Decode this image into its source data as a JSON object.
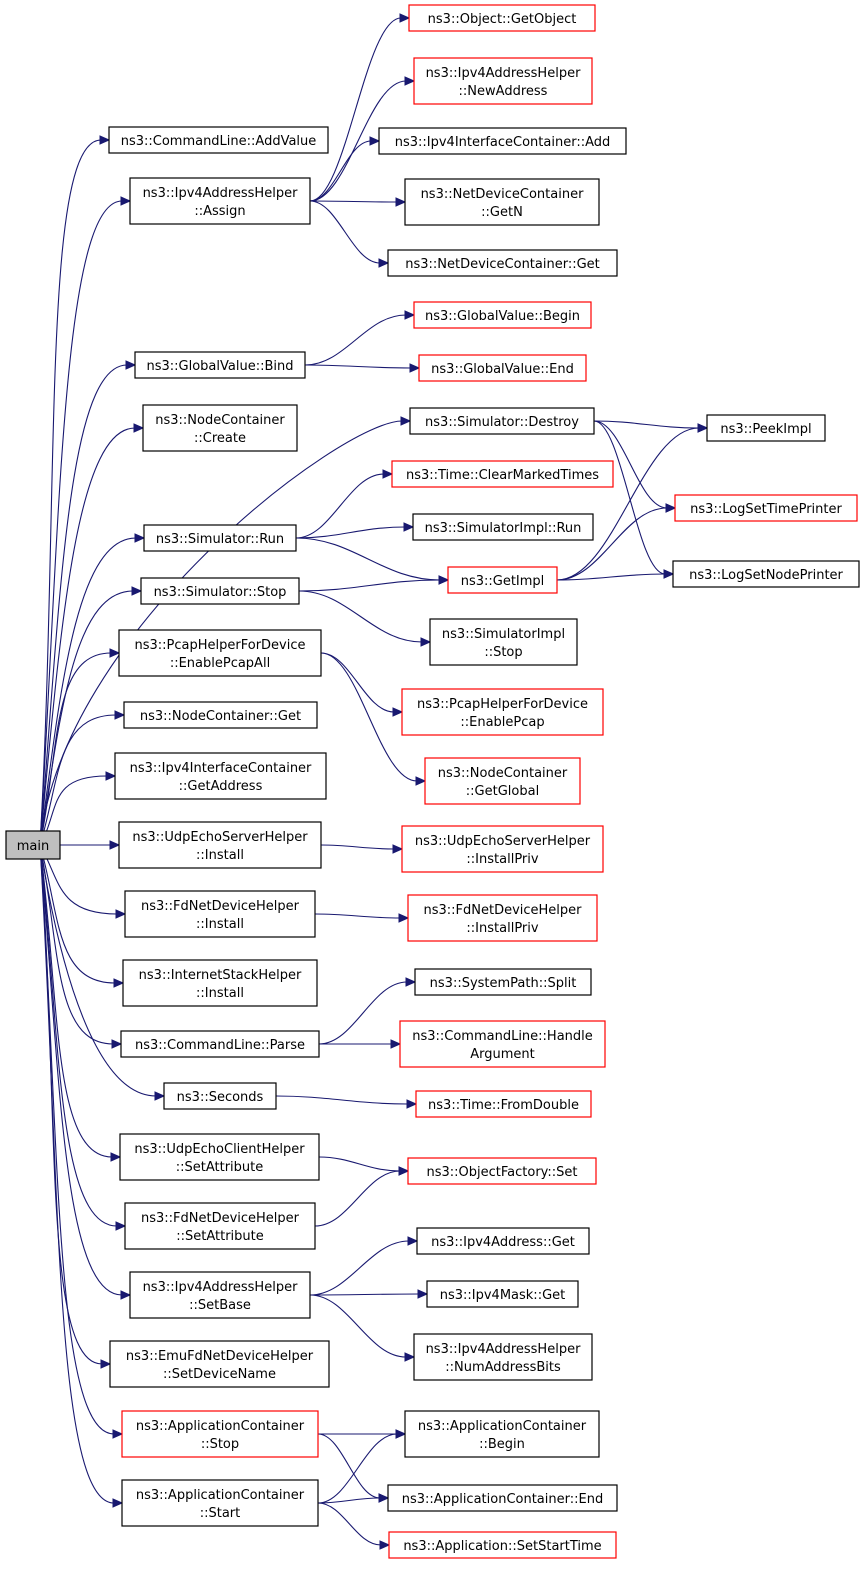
{
  "colors": {
    "edge": "#191970",
    "box_normal": "#000000",
    "box_red": "#ff0000",
    "root_fill": "#bfbfbf",
    "box_fill": "#ffffff"
  },
  "nodes": [
    {
      "id": "main",
      "lines": [
        "main"
      ],
      "style": "root"
    },
    {
      "id": "cl_addvalue",
      "lines": [
        "ns3::CommandLine::AddValue"
      ],
      "style": "normal"
    },
    {
      "id": "iah_assign",
      "lines": [
        "ns3::Ipv4AddressHelper",
        "::Assign"
      ],
      "style": "normal"
    },
    {
      "id": "gv_bind",
      "lines": [
        "ns3::GlobalValue::Bind"
      ],
      "style": "normal"
    },
    {
      "id": "nc_create",
      "lines": [
        "ns3::NodeContainer",
        "::Create"
      ],
      "style": "normal"
    },
    {
      "id": "sim_run",
      "lines": [
        "ns3::Simulator::Run"
      ],
      "style": "normal"
    },
    {
      "id": "sim_stop",
      "lines": [
        "ns3::Simulator::Stop"
      ],
      "style": "normal"
    },
    {
      "id": "phfd_enableall",
      "lines": [
        "ns3::PcapHelperForDevice",
        "::EnablePcapAll"
      ],
      "style": "normal"
    },
    {
      "id": "nc_get",
      "lines": [
        "ns3::NodeContainer::Get"
      ],
      "style": "normal"
    },
    {
      "id": "iic_getaddress",
      "lines": [
        "ns3::Ipv4InterfaceContainer",
        "::GetAddress"
      ],
      "style": "normal"
    },
    {
      "id": "uesh_install",
      "lines": [
        "ns3::UdpEchoServerHelper",
        "::Install"
      ],
      "style": "normal"
    },
    {
      "id": "fndh_install",
      "lines": [
        "ns3::FdNetDeviceHelper",
        "::Install"
      ],
      "style": "normal"
    },
    {
      "id": "ish_install",
      "lines": [
        "ns3::InternetStackHelper",
        "::Install"
      ],
      "style": "normal"
    },
    {
      "id": "cl_parse",
      "lines": [
        "ns3::CommandLine::Parse"
      ],
      "style": "normal"
    },
    {
      "id": "seconds",
      "lines": [
        "ns3::Seconds"
      ],
      "style": "normal"
    },
    {
      "id": "uech_setattr",
      "lines": [
        "ns3::UdpEchoClientHelper",
        "::SetAttribute"
      ],
      "style": "normal"
    },
    {
      "id": "fndh_setattr",
      "lines": [
        "ns3::FdNetDeviceHelper",
        "::SetAttribute"
      ],
      "style": "normal"
    },
    {
      "id": "iah_setbase",
      "lines": [
        "ns3::Ipv4AddressHelper",
        "::SetBase"
      ],
      "style": "normal"
    },
    {
      "id": "efndh_setdev",
      "lines": [
        "ns3::EmuFdNetDeviceHelper",
        "::SetDeviceName"
      ],
      "style": "normal"
    },
    {
      "id": "ac_stop",
      "lines": [
        "ns3::ApplicationContainer",
        "::Stop"
      ],
      "style": "red"
    },
    {
      "id": "ac_start",
      "lines": [
        "ns3::ApplicationContainer",
        "::Start"
      ],
      "style": "normal"
    },
    {
      "id": "obj_getobject",
      "lines": [
        "ns3::Object::GetObject"
      ],
      "style": "red"
    },
    {
      "id": "iah_newaddress",
      "lines": [
        "ns3::Ipv4AddressHelper",
        "::NewAddress"
      ],
      "style": "red"
    },
    {
      "id": "iic_add",
      "lines": [
        "ns3::Ipv4InterfaceContainer::Add"
      ],
      "style": "normal"
    },
    {
      "id": "ndc_getn",
      "lines": [
        "ns3::NetDeviceContainer",
        "::GetN"
      ],
      "style": "normal"
    },
    {
      "id": "ndc_get",
      "lines": [
        "ns3::NetDeviceContainer::Get"
      ],
      "style": "normal"
    },
    {
      "id": "gv_begin",
      "lines": [
        "ns3::GlobalValue::Begin"
      ],
      "style": "red"
    },
    {
      "id": "gv_end",
      "lines": [
        "ns3::GlobalValue::End"
      ],
      "style": "red"
    },
    {
      "id": "sim_destroy",
      "lines": [
        "ns3::Simulator::Destroy"
      ],
      "style": "normal"
    },
    {
      "id": "time_clear",
      "lines": [
        "ns3::Time::ClearMarkedTimes"
      ],
      "style": "red"
    },
    {
      "id": "simimpl_run",
      "lines": [
        "ns3::SimulatorImpl::Run"
      ],
      "style": "normal"
    },
    {
      "id": "getimpl",
      "lines": [
        "ns3::GetImpl"
      ],
      "style": "red"
    },
    {
      "id": "simimpl_stop",
      "lines": [
        "ns3::SimulatorImpl",
        "::Stop"
      ],
      "style": "normal"
    },
    {
      "id": "peekimpl",
      "lines": [
        "ns3::PeekImpl"
      ],
      "style": "normal"
    },
    {
      "id": "logsettime",
      "lines": [
        "ns3::LogSetTimePrinter"
      ],
      "style": "red"
    },
    {
      "id": "logsetnode",
      "lines": [
        "ns3::LogSetNodePrinter"
      ],
      "style": "normal"
    },
    {
      "id": "phfd_enable",
      "lines": [
        "ns3::PcapHelperForDevice",
        "::EnablePcap"
      ],
      "style": "red"
    },
    {
      "id": "nc_getglobal",
      "lines": [
        "ns3::NodeContainer",
        "::GetGlobal"
      ],
      "style": "red"
    },
    {
      "id": "uesh_installpriv",
      "lines": [
        "ns3::UdpEchoServerHelper",
        "::InstallPriv"
      ],
      "style": "red"
    },
    {
      "id": "fndh_installpriv",
      "lines": [
        "ns3::FdNetDeviceHelper",
        "::InstallPriv"
      ],
      "style": "red"
    },
    {
      "id": "sp_split",
      "lines": [
        "ns3::SystemPath::Split"
      ],
      "style": "normal"
    },
    {
      "id": "cl_handlearg",
      "lines": [
        "ns3::CommandLine::Handle",
        "Argument"
      ],
      "style": "red"
    },
    {
      "id": "time_fromdouble",
      "lines": [
        "ns3::Time::FromDouble"
      ],
      "style": "red"
    },
    {
      "id": "of_set",
      "lines": [
        "ns3::ObjectFactory::Set"
      ],
      "style": "red"
    },
    {
      "id": "ia_get",
      "lines": [
        "ns3::Ipv4Address::Get"
      ],
      "style": "normal"
    },
    {
      "id": "im_get",
      "lines": [
        "ns3::Ipv4Mask::Get"
      ],
      "style": "normal"
    },
    {
      "id": "iah_numaddr",
      "lines": [
        "ns3::Ipv4AddressHelper",
        "::NumAddressBits"
      ],
      "style": "normal"
    },
    {
      "id": "ac_begin",
      "lines": [
        "ns3::ApplicationContainer",
        "::Begin"
      ],
      "style": "normal"
    },
    {
      "id": "ac_end",
      "lines": [
        "ns3::ApplicationContainer::End"
      ],
      "style": "normal"
    },
    {
      "id": "app_setstart",
      "lines": [
        "ns3::Application::SetStartTime"
      ],
      "style": "red"
    }
  ],
  "edges": [
    [
      "main",
      "cl_addvalue"
    ],
    [
      "main",
      "iah_assign"
    ],
    [
      "main",
      "gv_bind"
    ],
    [
      "main",
      "nc_create"
    ],
    [
      "main",
      "sim_destroy"
    ],
    [
      "main",
      "sim_run"
    ],
    [
      "main",
      "sim_stop"
    ],
    [
      "main",
      "phfd_enableall"
    ],
    [
      "main",
      "nc_get"
    ],
    [
      "main",
      "iic_getaddress"
    ],
    [
      "main",
      "uesh_install"
    ],
    [
      "main",
      "fndh_install"
    ],
    [
      "main",
      "ish_install"
    ],
    [
      "main",
      "cl_parse"
    ],
    [
      "main",
      "seconds"
    ],
    [
      "main",
      "uech_setattr"
    ],
    [
      "main",
      "fndh_setattr"
    ],
    [
      "main",
      "iah_setbase"
    ],
    [
      "main",
      "efndh_setdev"
    ],
    [
      "main",
      "ac_stop"
    ],
    [
      "main",
      "ac_start"
    ],
    [
      "iah_assign",
      "obj_getobject"
    ],
    [
      "iah_assign",
      "iah_newaddress"
    ],
    [
      "iah_assign",
      "iic_add"
    ],
    [
      "iah_assign",
      "ndc_getn"
    ],
    [
      "iah_assign",
      "ndc_get"
    ],
    [
      "gv_bind",
      "gv_begin"
    ],
    [
      "gv_bind",
      "gv_end"
    ],
    [
      "sim_destroy",
      "peekimpl"
    ],
    [
      "sim_destroy",
      "logsettime"
    ],
    [
      "sim_destroy",
      "logsetnode"
    ],
    [
      "sim_run",
      "time_clear"
    ],
    [
      "sim_run",
      "simimpl_run"
    ],
    [
      "sim_run",
      "getimpl"
    ],
    [
      "sim_stop",
      "getimpl"
    ],
    [
      "sim_stop",
      "simimpl_stop"
    ],
    [
      "getimpl",
      "peekimpl"
    ],
    [
      "getimpl",
      "logsettime"
    ],
    [
      "getimpl",
      "logsetnode"
    ],
    [
      "phfd_enableall",
      "phfd_enable"
    ],
    [
      "phfd_enableall",
      "nc_getglobal"
    ],
    [
      "uesh_install",
      "uesh_installpriv"
    ],
    [
      "fndh_install",
      "fndh_installpriv"
    ],
    [
      "cl_parse",
      "sp_split"
    ],
    [
      "cl_parse",
      "cl_handlearg"
    ],
    [
      "seconds",
      "time_fromdouble"
    ],
    [
      "uech_setattr",
      "of_set"
    ],
    [
      "fndh_setattr",
      "of_set"
    ],
    [
      "iah_setbase",
      "ia_get"
    ],
    [
      "iah_setbase",
      "im_get"
    ],
    [
      "iah_setbase",
      "iah_numaddr"
    ],
    [
      "ac_stop",
      "ac_begin"
    ],
    [
      "ac_stop",
      "ac_end"
    ],
    [
      "ac_start",
      "ac_begin"
    ],
    [
      "ac_start",
      "ac_end"
    ],
    [
      "ac_start",
      "app_setstart"
    ]
  ]
}
